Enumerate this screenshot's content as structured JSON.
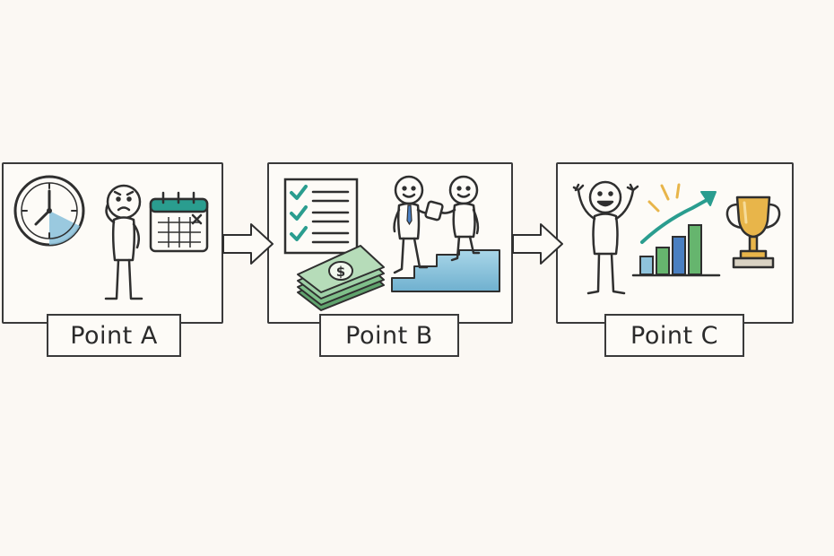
{
  "steps": [
    {
      "label": "Point A",
      "icons": [
        "clock-icon",
        "worried-person-icon",
        "calendar-icon"
      ]
    },
    {
      "label": "Point B",
      "icons": [
        "checklist-icon",
        "money-stack-icon",
        "handshake-staircase-icon"
      ]
    },
    {
      "label": "Point C",
      "icons": [
        "celebrating-person-icon",
        "growth-chart-icon",
        "trophy-icon"
      ]
    }
  ],
  "colors": {
    "ink": "#2f2f2f",
    "teal": "#2a9d8f",
    "blue": "#4a7fc1",
    "green": "#66b56e",
    "money": "#7fbf8a",
    "gold": "#e8b54a",
    "water": "#8fc3dc"
  }
}
